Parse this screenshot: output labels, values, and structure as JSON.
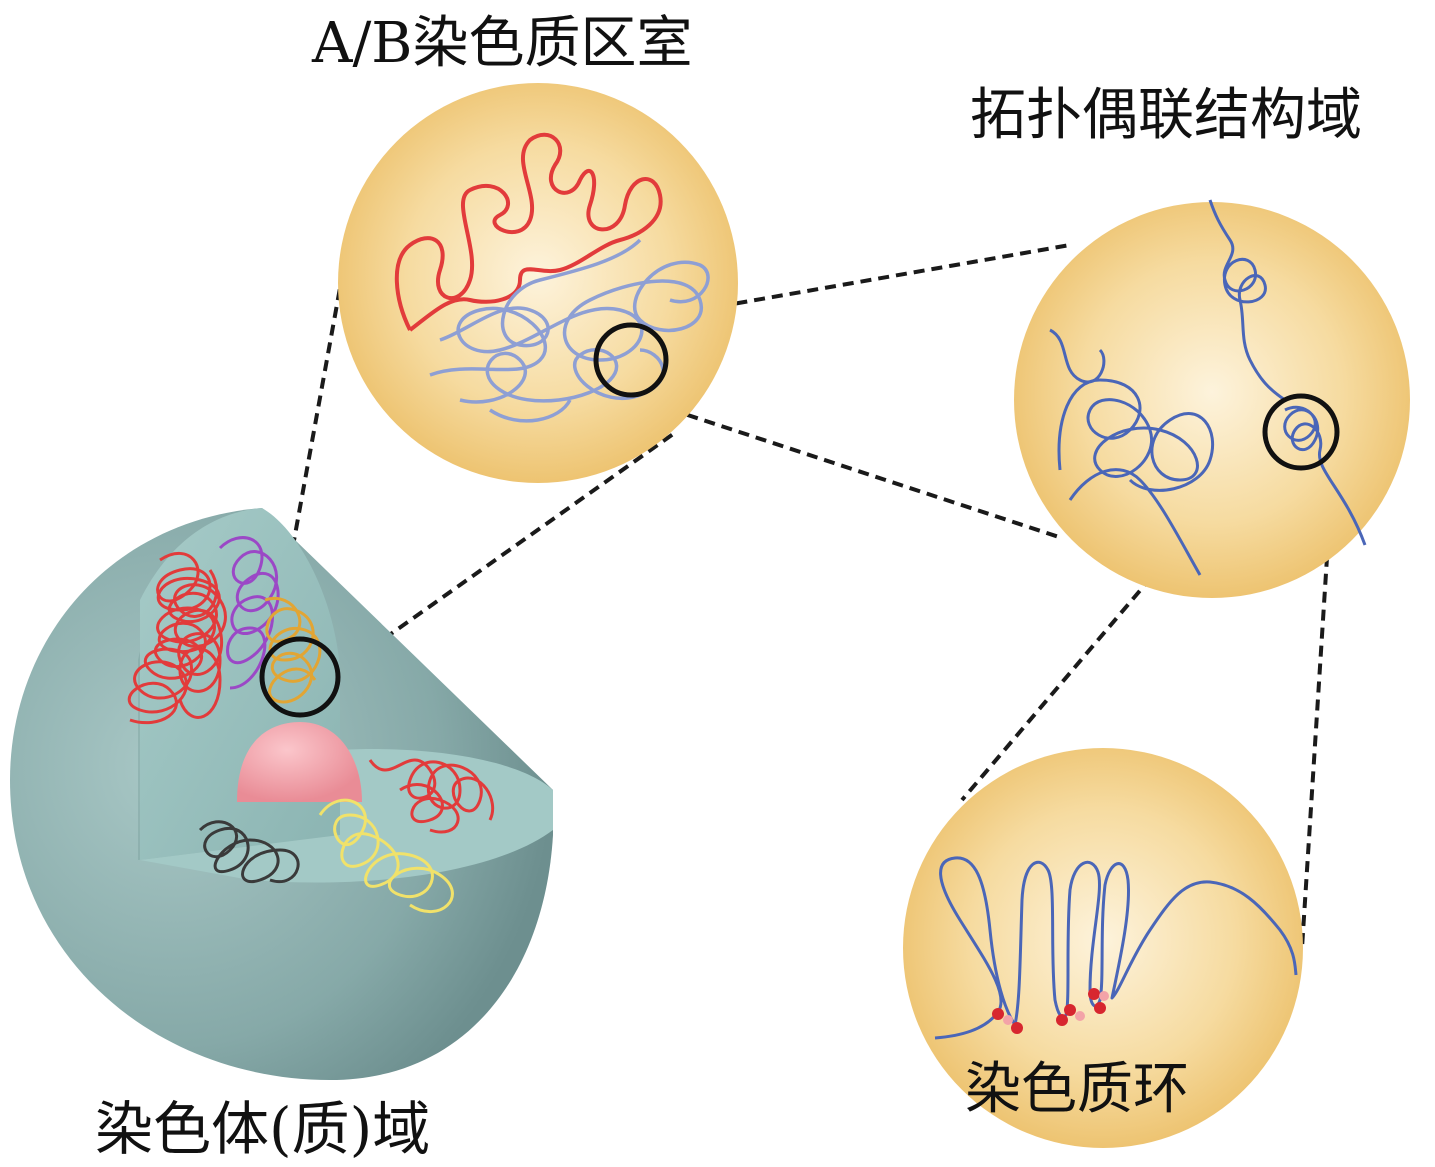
{
  "labels": {
    "ab_compartment": "A/B染色质区室",
    "tad": "拓扑偶联结构域",
    "chromosome_territory": "染色体(质)域",
    "chromatin_loop": "染色质环"
  },
  "colors": {
    "sphere_fill_light": "#fdf1d6",
    "sphere_fill_dark": "#f0c671",
    "nucleus_shell": "#7fa5a5",
    "nucleus_inner": "#9fc6c4",
    "nucleolus": "#f3a0a8",
    "chromatin_red": "#e23b3b",
    "chromatin_purple": "#9b48c6",
    "chromatin_orange": "#e2a534",
    "chromatin_yellow": "#f1e26a",
    "chromatin_black": "#3a3a3a",
    "chromatin_blue": "#4a66b8",
    "chromatin_lightblue": "#8e9fd4",
    "anchor_red": "#d7262f",
    "anchor_pink": "#f3a3a8"
  }
}
